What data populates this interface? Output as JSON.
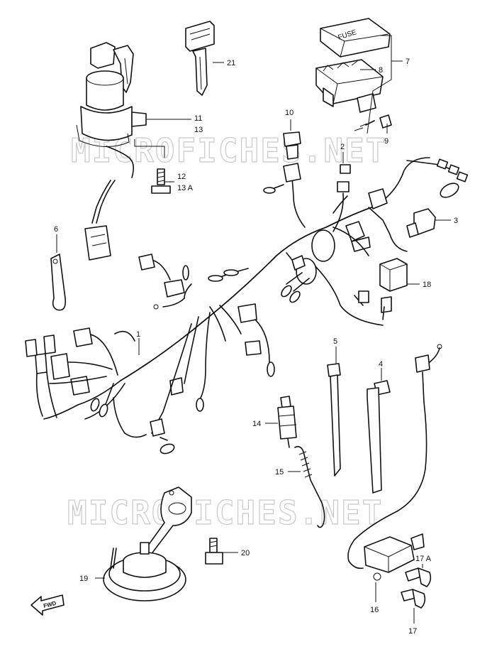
{
  "diagram": {
    "watermark": "MICROFICHES.NET",
    "fuse_label": "FUSE",
    "fwd_label": "FWD",
    "callouts": {
      "c1": "1",
      "c2": "2",
      "c3": "3",
      "c4": "4",
      "c5": "5",
      "c6": "6",
      "c7": "7",
      "c8": "8",
      "c9": "9",
      "c10": "10",
      "c11": "11",
      "c13": "13",
      "c12": "12",
      "c13a": "13 A",
      "c14": "14",
      "c15": "15",
      "c16": "16",
      "c17": "17",
      "c17a": "17 A",
      "c18": "18",
      "c19": "19",
      "c20": "20",
      "c21": "21"
    }
  }
}
